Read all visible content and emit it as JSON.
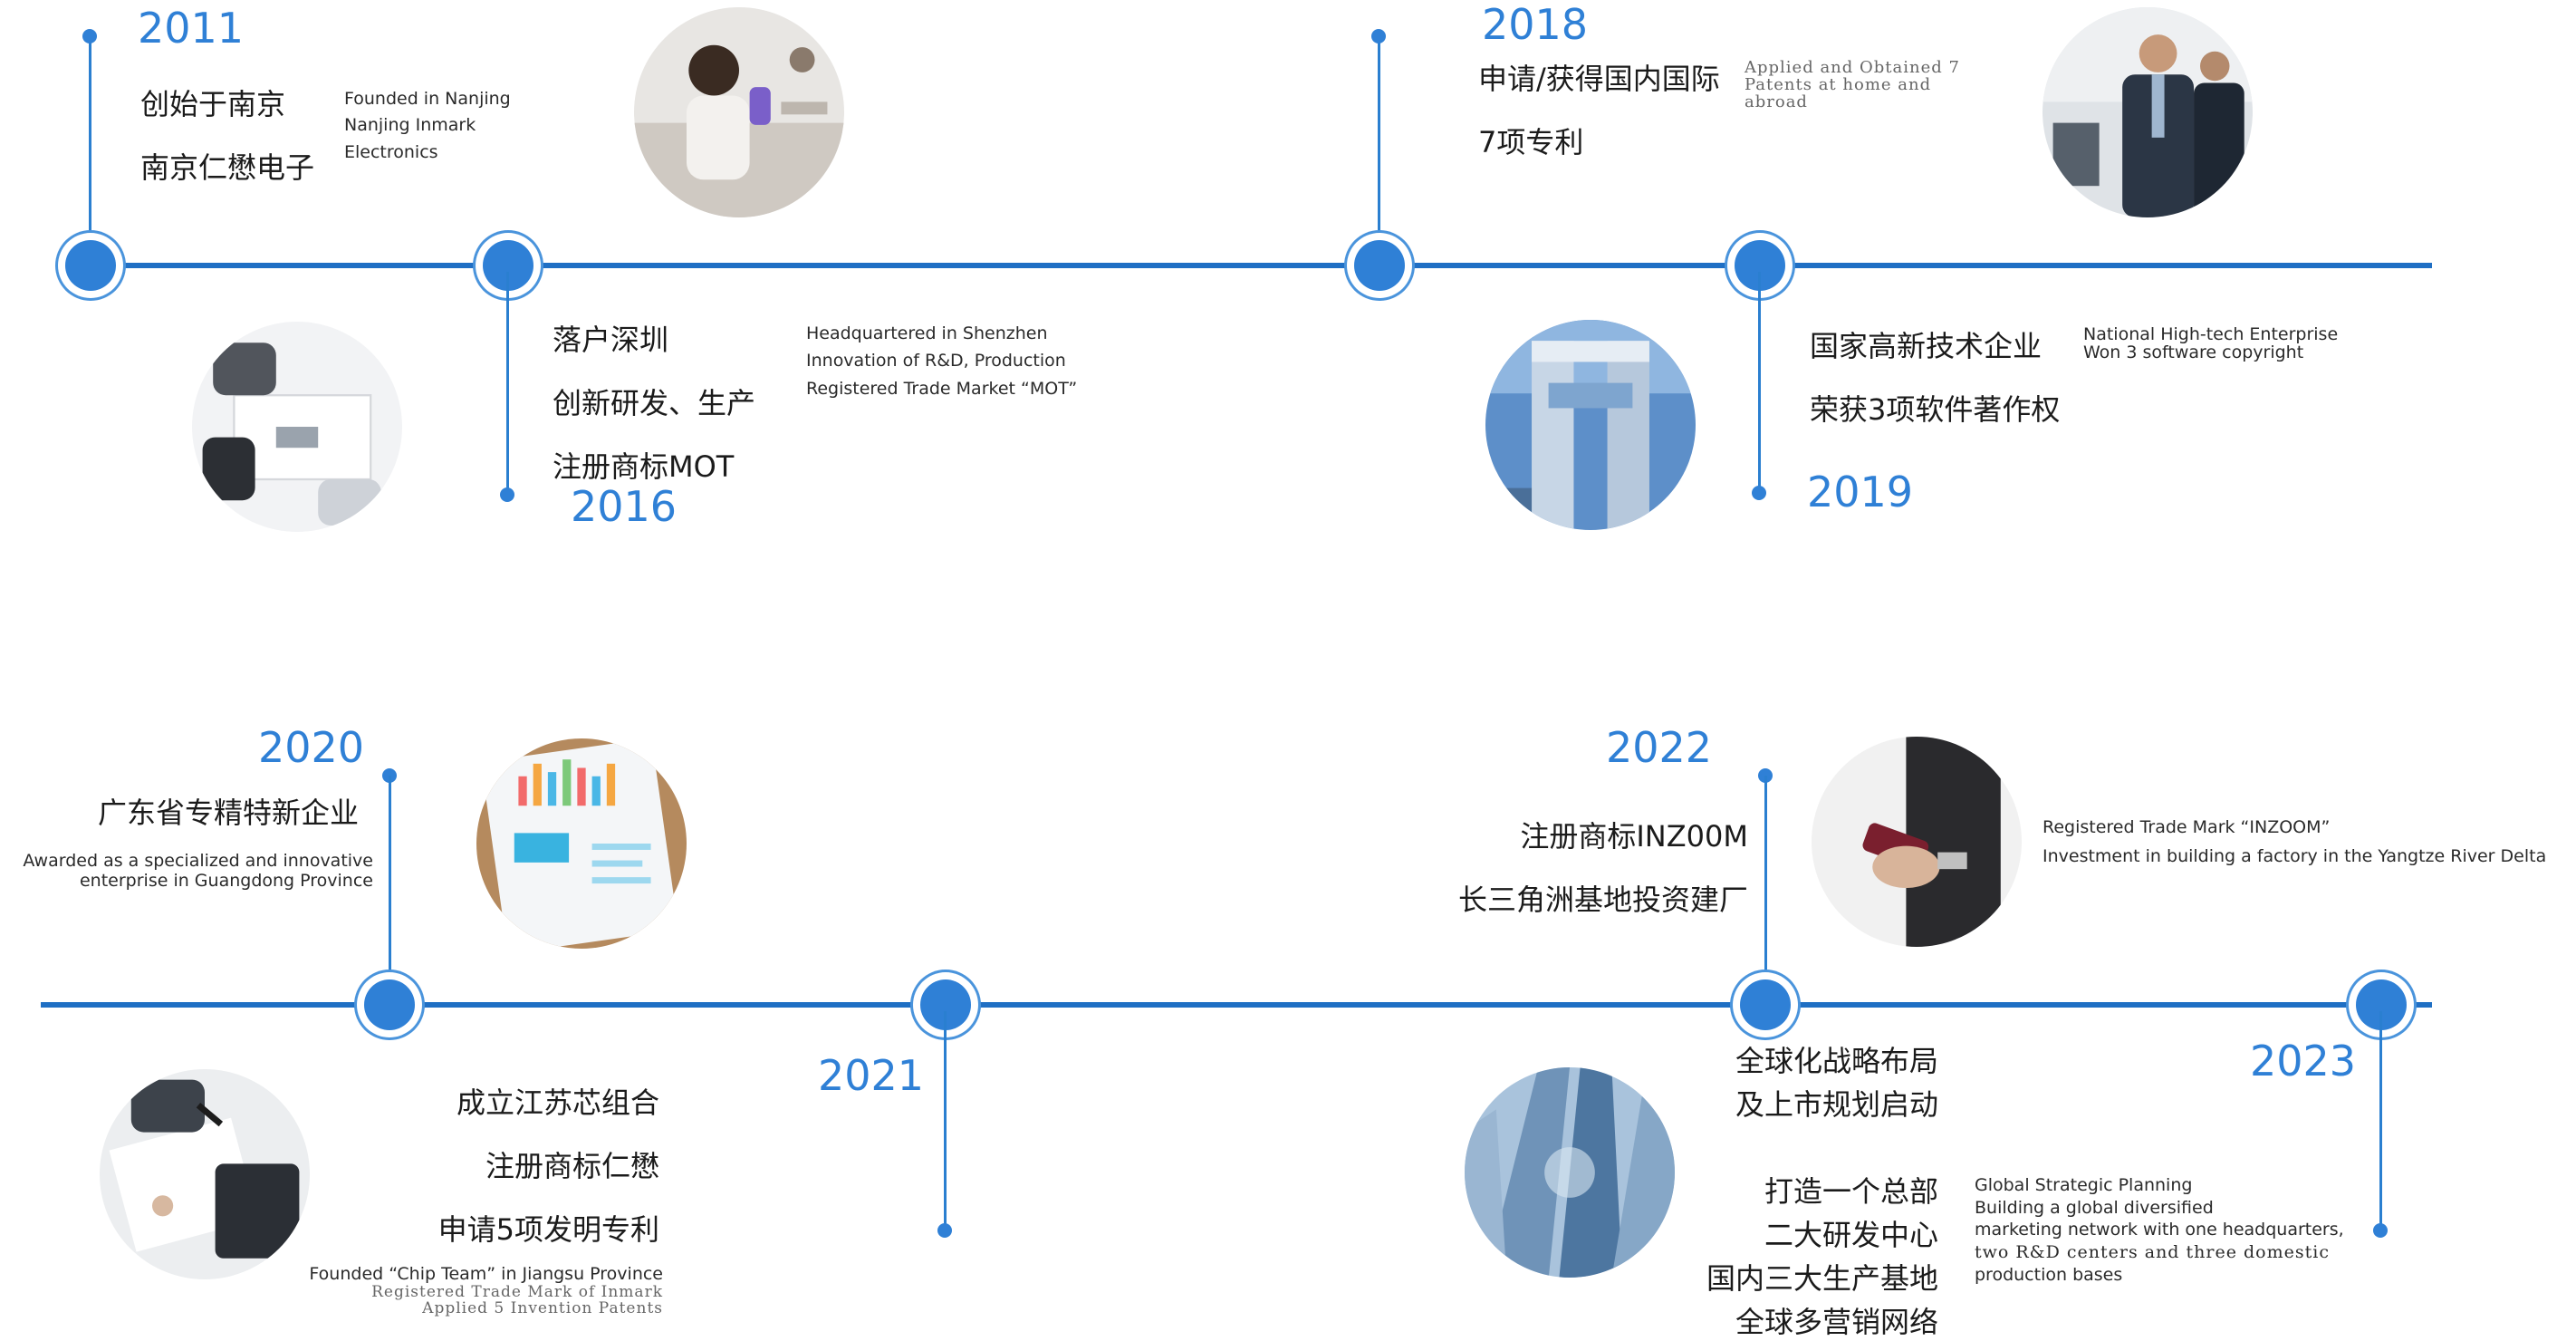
{
  "timeline": {
    "y2011": {
      "year": "2011",
      "cn1": "创始于南京",
      "cn2": "南京仁懋电子",
      "en": [
        "Founded in Nanjing",
        "Nanjing Inmark",
        "Electronics"
      ]
    },
    "y2016": {
      "year": "2016",
      "cn1": "落户深圳",
      "cn2": "创新研发、生产",
      "cn3": "注册商标MOT",
      "en": [
        "Headquartered in Shenzhen",
        "Innovation of R&D, Production",
        "Registered Trade Market “MOT”"
      ]
    },
    "y2018": {
      "year": "2018",
      "cn1": "申请/获得国内国际",
      "cn2": "7项专利",
      "en": [
        "Applied and Obtained 7",
        "Patents at home and",
        "abroad"
      ]
    },
    "y2019": {
      "year": "2019",
      "cn1": "国家高新技术企业",
      "cn2": "荣获3项软件著作权",
      "en": [
        "National High-tech Enterprise",
        "Won 3 software copyright"
      ]
    },
    "y2020": {
      "year": "2020",
      "cn1": "广东省专精特新企业",
      "en": [
        "Awarded as a specialized and innovative",
        "enterprise in Guangdong Province"
      ]
    },
    "y2021": {
      "year": "2021",
      "cn1": "成立江苏芯组合",
      "cn2": "注册商标仁懋",
      "cn3": "申请5项发明专利",
      "en1": "Founded “Chip Team” in Jiangsu Province",
      "en2": [
        "Registered Trade Mark of Inmark",
        "Applied 5 Invention Patents"
      ]
    },
    "y2022": {
      "year": "2022",
      "cn1": "注册商标INZ00M",
      "cn2": "长三角洲基地投资建厂",
      "en": [
        "Registered Trade Mark “INZOOM”",
        "Investment in building a factory in the Yangtze River Delta"
      ]
    },
    "y2023": {
      "year": "2023",
      "cn1": "全球化战略布局",
      "cn2": "及上市规划启动",
      "cn3": "打造一个总部",
      "cn4": "二大研发中心",
      "cn5": "国内三大生产基地",
      "cn6": "全球多营销网络",
      "en": [
        "Global Strategic Planning",
        "Building a global diversified",
        "marketing network with one headquarters,",
        "two R&D centers and three domestic",
        "production bases"
      ]
    }
  },
  "colors": {
    "accent": "#2f80d6",
    "line": "#1f6fc4",
    "year": "#2f80d6"
  },
  "icons": [
    "photo-lab",
    "photo-meeting",
    "photo-business",
    "photo-tower",
    "photo-charts",
    "photo-signing",
    "photo-phone",
    "photo-skyscrapers"
  ]
}
